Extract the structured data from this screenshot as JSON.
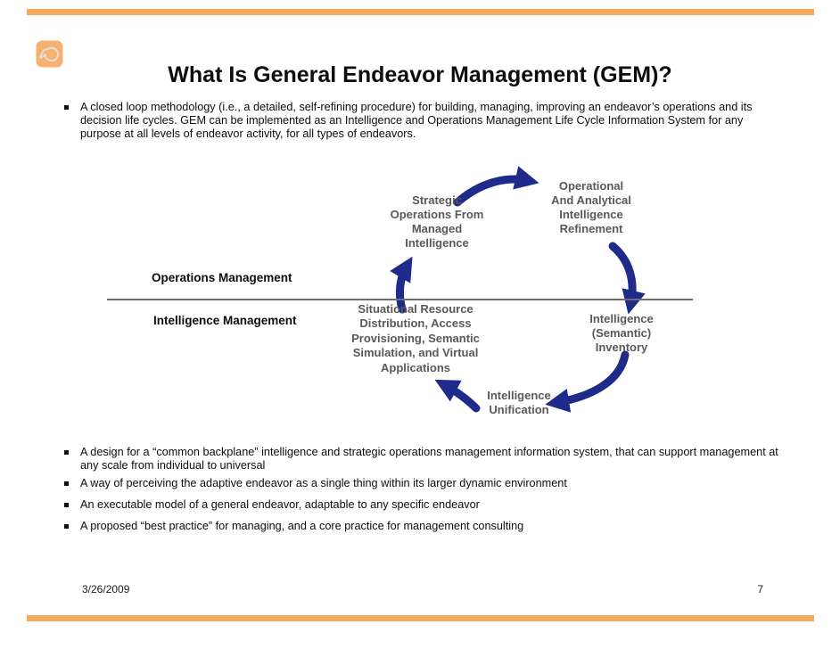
{
  "slide": {
    "title": "What Is General Endeavor Management (GEM)?",
    "intro_bullet": "A closed loop methodology (i.e., a detailed, self-refining procedure) for building, managing, improving an endeavor’s operations and its decision life cycles.  GEM can be implemented as an Intelligence and Operations Management Life Cycle Information System for any purpose at all levels of endeavor activity, for all types of endeavors."
  },
  "diagram": {
    "axis": {
      "top": "Operations Management",
      "bottom": "Intelligence Management"
    },
    "nodes": {
      "strategic": "Strategic\nOperations From\nManaged\nIntelligence",
      "operational": "Operational\nAnd Analytical\nIntelligence\nRefinement",
      "situational": "Situational Resource\nDistribution, Access\nProvisioning, Semantic\nSimulation, and Virtual\nApplications",
      "inventory": "Intelligence\n(Semantic)\nInventory",
      "unification": "Intelligence\nUnification"
    },
    "cycle": [
      "strategic -> operational",
      "operational -> inventory",
      "inventory -> unification",
      "unification -> situational",
      "situational -> strategic"
    ]
  },
  "bullets": [
    {
      "text": "A design for a “common backplane” intelligence and strategic operations management information system, that can support management at any scale from individual to universal"
    },
    {
      "text": "A way of perceiving the adaptive endeavor as a single thing within its larger dynamic environment"
    },
    {
      "text": "An executable model of a general endeavor, adaptable to any specific endeavor"
    },
    {
      "text": "A proposed “best practice” for managing, and a core practice for management consulting"
    }
  ],
  "footer": {
    "date": "3/26/2009",
    "page": "7"
  },
  "colors": {
    "accent_orange": "#f5a85f",
    "logo_orange": "#f8b16c",
    "arrow_navy": "#1e2b8a",
    "diagram_label_gray": "#595959"
  }
}
